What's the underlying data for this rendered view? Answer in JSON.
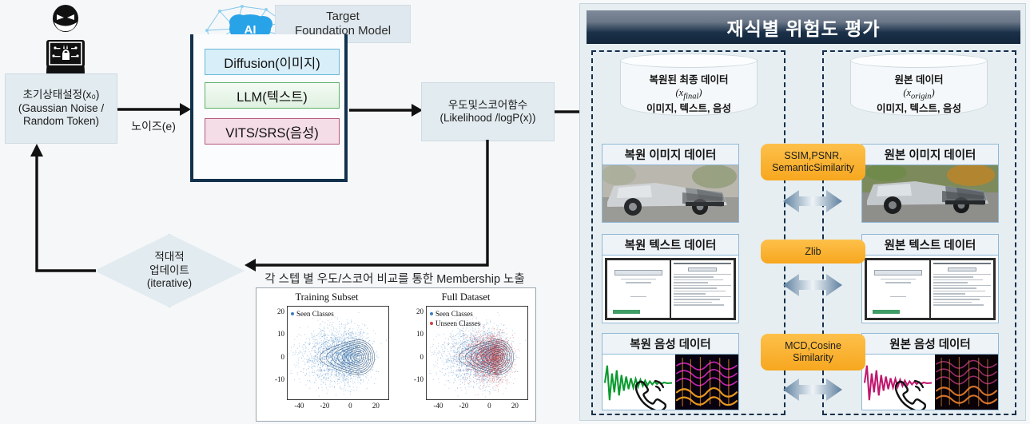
{
  "left_flow": {
    "attacker_icon": "hacker-icon",
    "ai_icon": "ai-network-icon",
    "init_box": {
      "line1": "초기상태설정(x₀)",
      "line2": "(Gaussian Noise /",
      "line3": "Random Token)"
    },
    "noise_edge_label": "노이즈(e)",
    "target_label": {
      "line1": "Target",
      "line2": "Foundation Model"
    },
    "model_rows": [
      {
        "name": "diffusion",
        "label": "Diffusion(이미지)",
        "fill": "#d8eef8",
        "border": "#6cb8d8"
      },
      {
        "name": "llm",
        "label": "LLM(텍스트)",
        "fill": "#eef8ef",
        "border": "#5fb26a"
      },
      {
        "name": "vits",
        "label": "VITS/SRS(음성)",
        "fill": "#f4dde6",
        "border": "#b5597f"
      }
    ],
    "likelihood_box": {
      "line1": "우도및스코어함수",
      "line2": "(Likelihood /logP(x))"
    },
    "adversarial_diamond": {
      "line1": "적대적",
      "line2": "업데이트",
      "line3": "(iterative)"
    },
    "membership_caption": "각 스텝 별 우도/스코어 비교를 통한 Membership 노출"
  },
  "chart_data": [
    {
      "type": "scatter",
      "title": "Training Subset",
      "xlabel": "",
      "ylabel": "",
      "xlim": [
        -50,
        30
      ],
      "ylim": [
        -20,
        22
      ],
      "xticks": [
        -40,
        -20,
        0,
        20
      ],
      "yticks": [
        -10,
        0,
        10,
        20
      ],
      "grid": false,
      "legend_position": "upper-left",
      "series": [
        {
          "name": "Seen Classes",
          "color": "#3b7fbf",
          "n_points": 6000,
          "center": [
            -6,
            -0.5
          ],
          "spread": [
            13,
            6
          ]
        }
      ],
      "contours": {
        "color": "#1f3f63",
        "levels": 9,
        "center": [
          6,
          -1
        ],
        "rx": 13,
        "ry": 8
      }
    },
    {
      "type": "scatter",
      "title": "Full Dataset",
      "xlabel": "",
      "ylabel": "",
      "xlim": [
        -50,
        30
      ],
      "ylim": [
        -20,
        22
      ],
      "xticks": [
        -40,
        -20,
        0,
        20
      ],
      "yticks": [
        -10,
        0,
        10,
        20
      ],
      "grid": false,
      "legend_position": "upper-left",
      "series": [
        {
          "name": "Seen Classes",
          "color": "#3b7fbf",
          "n_points": 6000,
          "center": [
            -6,
            -0.5
          ],
          "spread": [
            13,
            6
          ]
        },
        {
          "name": "Unseen Classes",
          "color": "#cf4040",
          "n_points": 2600,
          "center": [
            2,
            -1
          ],
          "spread": [
            8,
            5
          ]
        }
      ],
      "contours": {
        "color": "#1f3f63",
        "levels": 9,
        "center": [
          6,
          -1
        ],
        "rx": 13,
        "ry": 8
      }
    }
  ],
  "right_pane": {
    "title": "재식별 위험도 평가",
    "left_column": {
      "cylinder": {
        "line1": "복원된 최종 데이터",
        "line2": "(x﹏final)",
        "line2_base": "(x",
        "line2_sub": "final",
        "line2_tail": ")",
        "line3": "이미지, 텍스트, 음성"
      },
      "cards": [
        {
          "name": "restored-image-card",
          "label": "복원 이미지 데이터",
          "media": "car-photo-grey"
        },
        {
          "name": "restored-text-card",
          "label": "복원 텍스트 데이터",
          "media": "document-pages"
        },
        {
          "name": "restored-audio-card",
          "label": "복원 음성 데이터",
          "media": "waveform-green"
        }
      ]
    },
    "right_column": {
      "cylinder": {
        "line1": "원본 데이터",
        "line2_base": "(x",
        "line2_sub": "origin",
        "line2_tail": ")",
        "line3": "이미지, 텍스트, 음성"
      },
      "cards": [
        {
          "name": "original-image-card",
          "label": "원본 이미지 데이터",
          "media": "car-photo-color"
        },
        {
          "name": "original-text-card",
          "label": "원본 텍스트 데이터",
          "media": "document-pages"
        },
        {
          "name": "original-audio-card",
          "label": "원본 음성 데이터",
          "media": "waveform-magenta"
        }
      ]
    },
    "metric_badges": [
      {
        "name": "image-metrics-badge",
        "line1": "SSIM,PSNR,",
        "line2": "SemanticSimilarity"
      },
      {
        "name": "text-metrics-badge",
        "line1": "Zlib",
        "line2": ""
      },
      {
        "name": "audio-metrics-badge",
        "line1": "MCD,Cosine",
        "line2": "Similarity"
      }
    ],
    "badge_color": "#f7a71f",
    "arrow_color": "#5d7f9e"
  }
}
